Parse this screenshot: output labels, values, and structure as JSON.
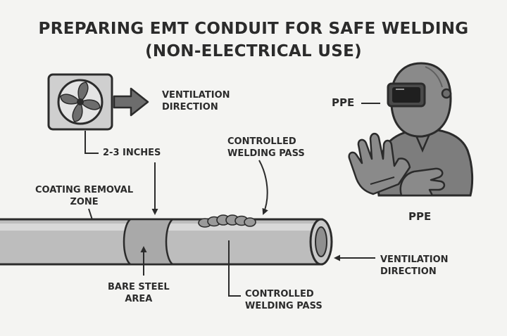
{
  "title": {
    "line1": "PREPARING EMT CONDUIT FOR SAFE WELDING",
    "line2": "(NON-ELECTRICAL USE)"
  },
  "labels": {
    "ventilation_top_1": "VENTILATION",
    "ventilation_top_2": "DIRECTION",
    "ppe_side": "PPE",
    "inches": "2-3 INCHES",
    "controlled_top_1": "CONTROLLED",
    "controlled_top_2": "WELDING PASS",
    "coating_1": "COATING REMOVAL",
    "coating_2": "ZONE",
    "ppe_bottom": "PPE",
    "bare_1": "BARE STEEL",
    "bare_2": "AREA",
    "controlled_bottom_1": "CONTROLLED",
    "controlled_bottom_2": "WELDING PASS",
    "ventilation_bottom_1": "VENTILATION",
    "ventilation_bottom_2": "DIRECTION"
  },
  "icons": [
    "fan-icon",
    "arrow-right-icon",
    "welding-helmet-icon",
    "welding-glove-icon",
    "conduit-pipe",
    "weld-bead"
  ],
  "colors": {
    "background": "#f4f4f2",
    "ink": "#2b2b2b",
    "pipe": "#bdbdbd",
    "bare_steel": "#a9a9a9",
    "fan_box": "#cfcfcf",
    "ppe_gray": "#8a8a8a"
  }
}
